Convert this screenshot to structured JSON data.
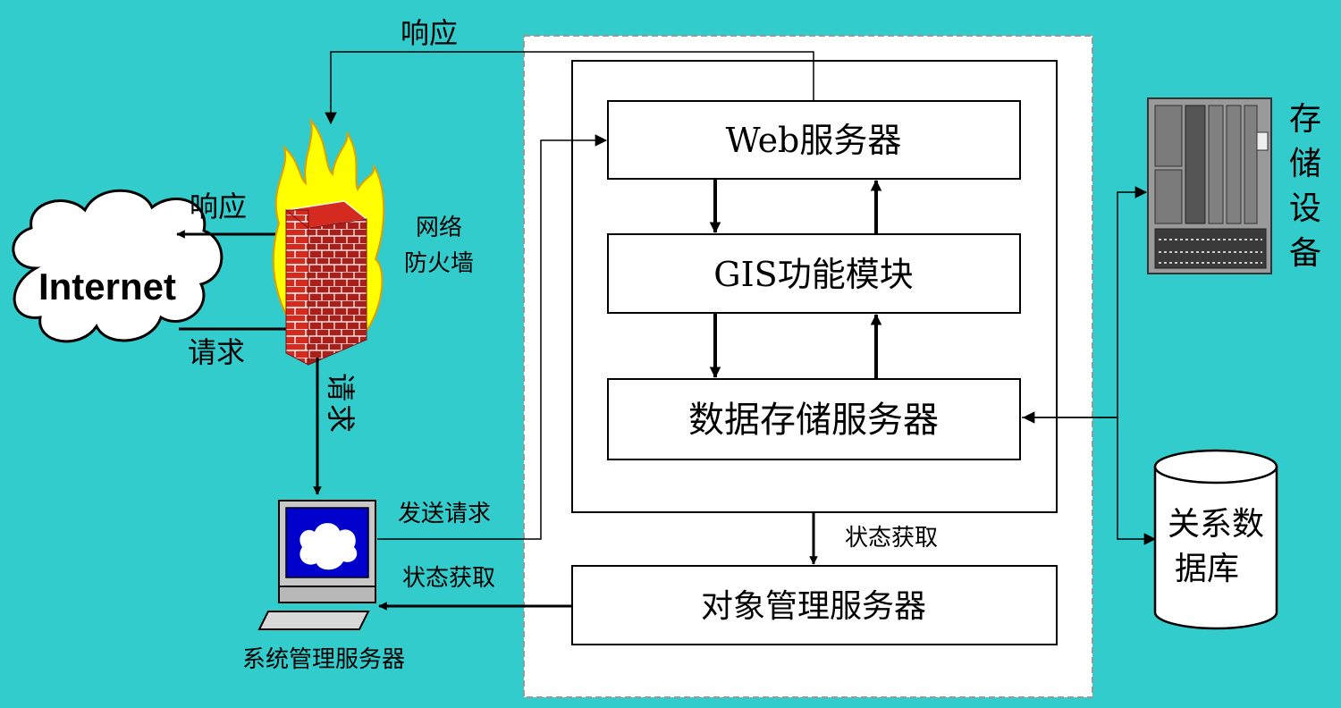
{
  "colors": {
    "background": "#33CCCC",
    "panel": "#FFFFFF",
    "brick": "#D42A20",
    "flame": "#FFFF00",
    "monitor_screen": "#0000CC",
    "server_gray": "#9A9A9A"
  },
  "labels": {
    "response_top": "响应",
    "response_left": "响应",
    "request_left": "请求",
    "request_down": "请求",
    "internet": "Internet",
    "firewall": [
      "网络",
      "防火墙"
    ],
    "web_server": "Web服务器",
    "gis_module": "GIS功能模块",
    "data_storage_server": "数据存储服务器",
    "object_mgmt_server": "对象管理服务器",
    "status_fetch_right": "状态获取",
    "status_fetch_left": "状态获取",
    "send_request": "发送请求",
    "system_mgmt_server": "系统管理服务器",
    "storage_device": [
      "存",
      "储",
      "设",
      "备"
    ],
    "relational_db": [
      "关系数",
      "据库"
    ]
  },
  "icons": [
    "cloud-icon",
    "firewall-icon",
    "computer-icon",
    "storage-device-icon",
    "database-icon"
  ]
}
